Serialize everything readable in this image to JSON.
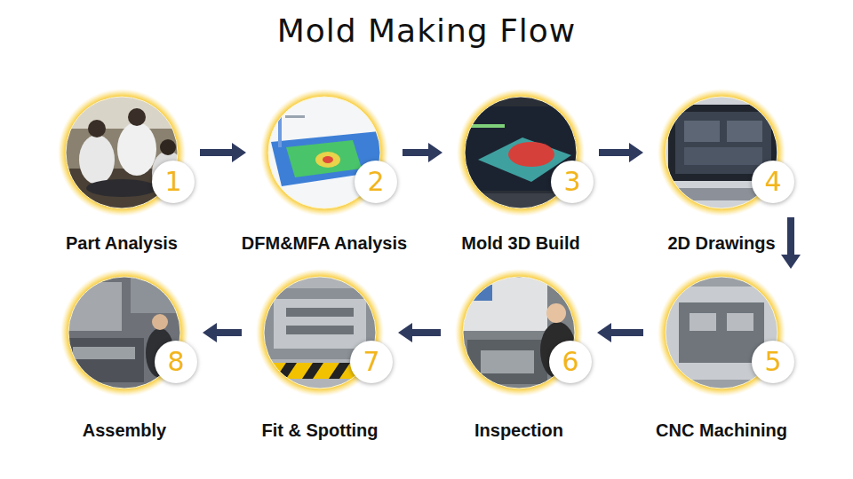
{
  "diagram": {
    "title": "Mold Making Flow",
    "nodes": [
      {
        "text": [
          "1",
          "Part Analysis"
        ]
      },
      {
        "text": [
          "2",
          "DFM&MFA Analysis"
        ]
      },
      {
        "text": [
          "3",
          "Mold 3D Build"
        ]
      },
      {
        "text": [
          "4",
          "2D Drawings"
        ]
      },
      {
        "text": [
          "5",
          "CNC Machining"
        ]
      },
      {
        "text": [
          "6",
          "Inspection"
        ]
      },
      {
        "text": [
          "7",
          "Fit & Spotting"
        ]
      },
      {
        "text": [
          "8",
          "Assembly"
        ]
      }
    ],
    "edges": [
      {
        "from": 0,
        "to": 1,
        "arrow": "to"
      },
      {
        "from": 1,
        "to": 2,
        "arrow": "to"
      },
      {
        "from": 2,
        "to": 3,
        "arrow": "to"
      },
      {
        "from": 3,
        "to": 4,
        "arrow": "to"
      },
      {
        "from": 4,
        "to": 5,
        "arrow": "to"
      },
      {
        "from": 5,
        "to": 6,
        "arrow": "to"
      },
      {
        "from": 6,
        "to": 7,
        "arrow": "to"
      }
    ]
  }
}
